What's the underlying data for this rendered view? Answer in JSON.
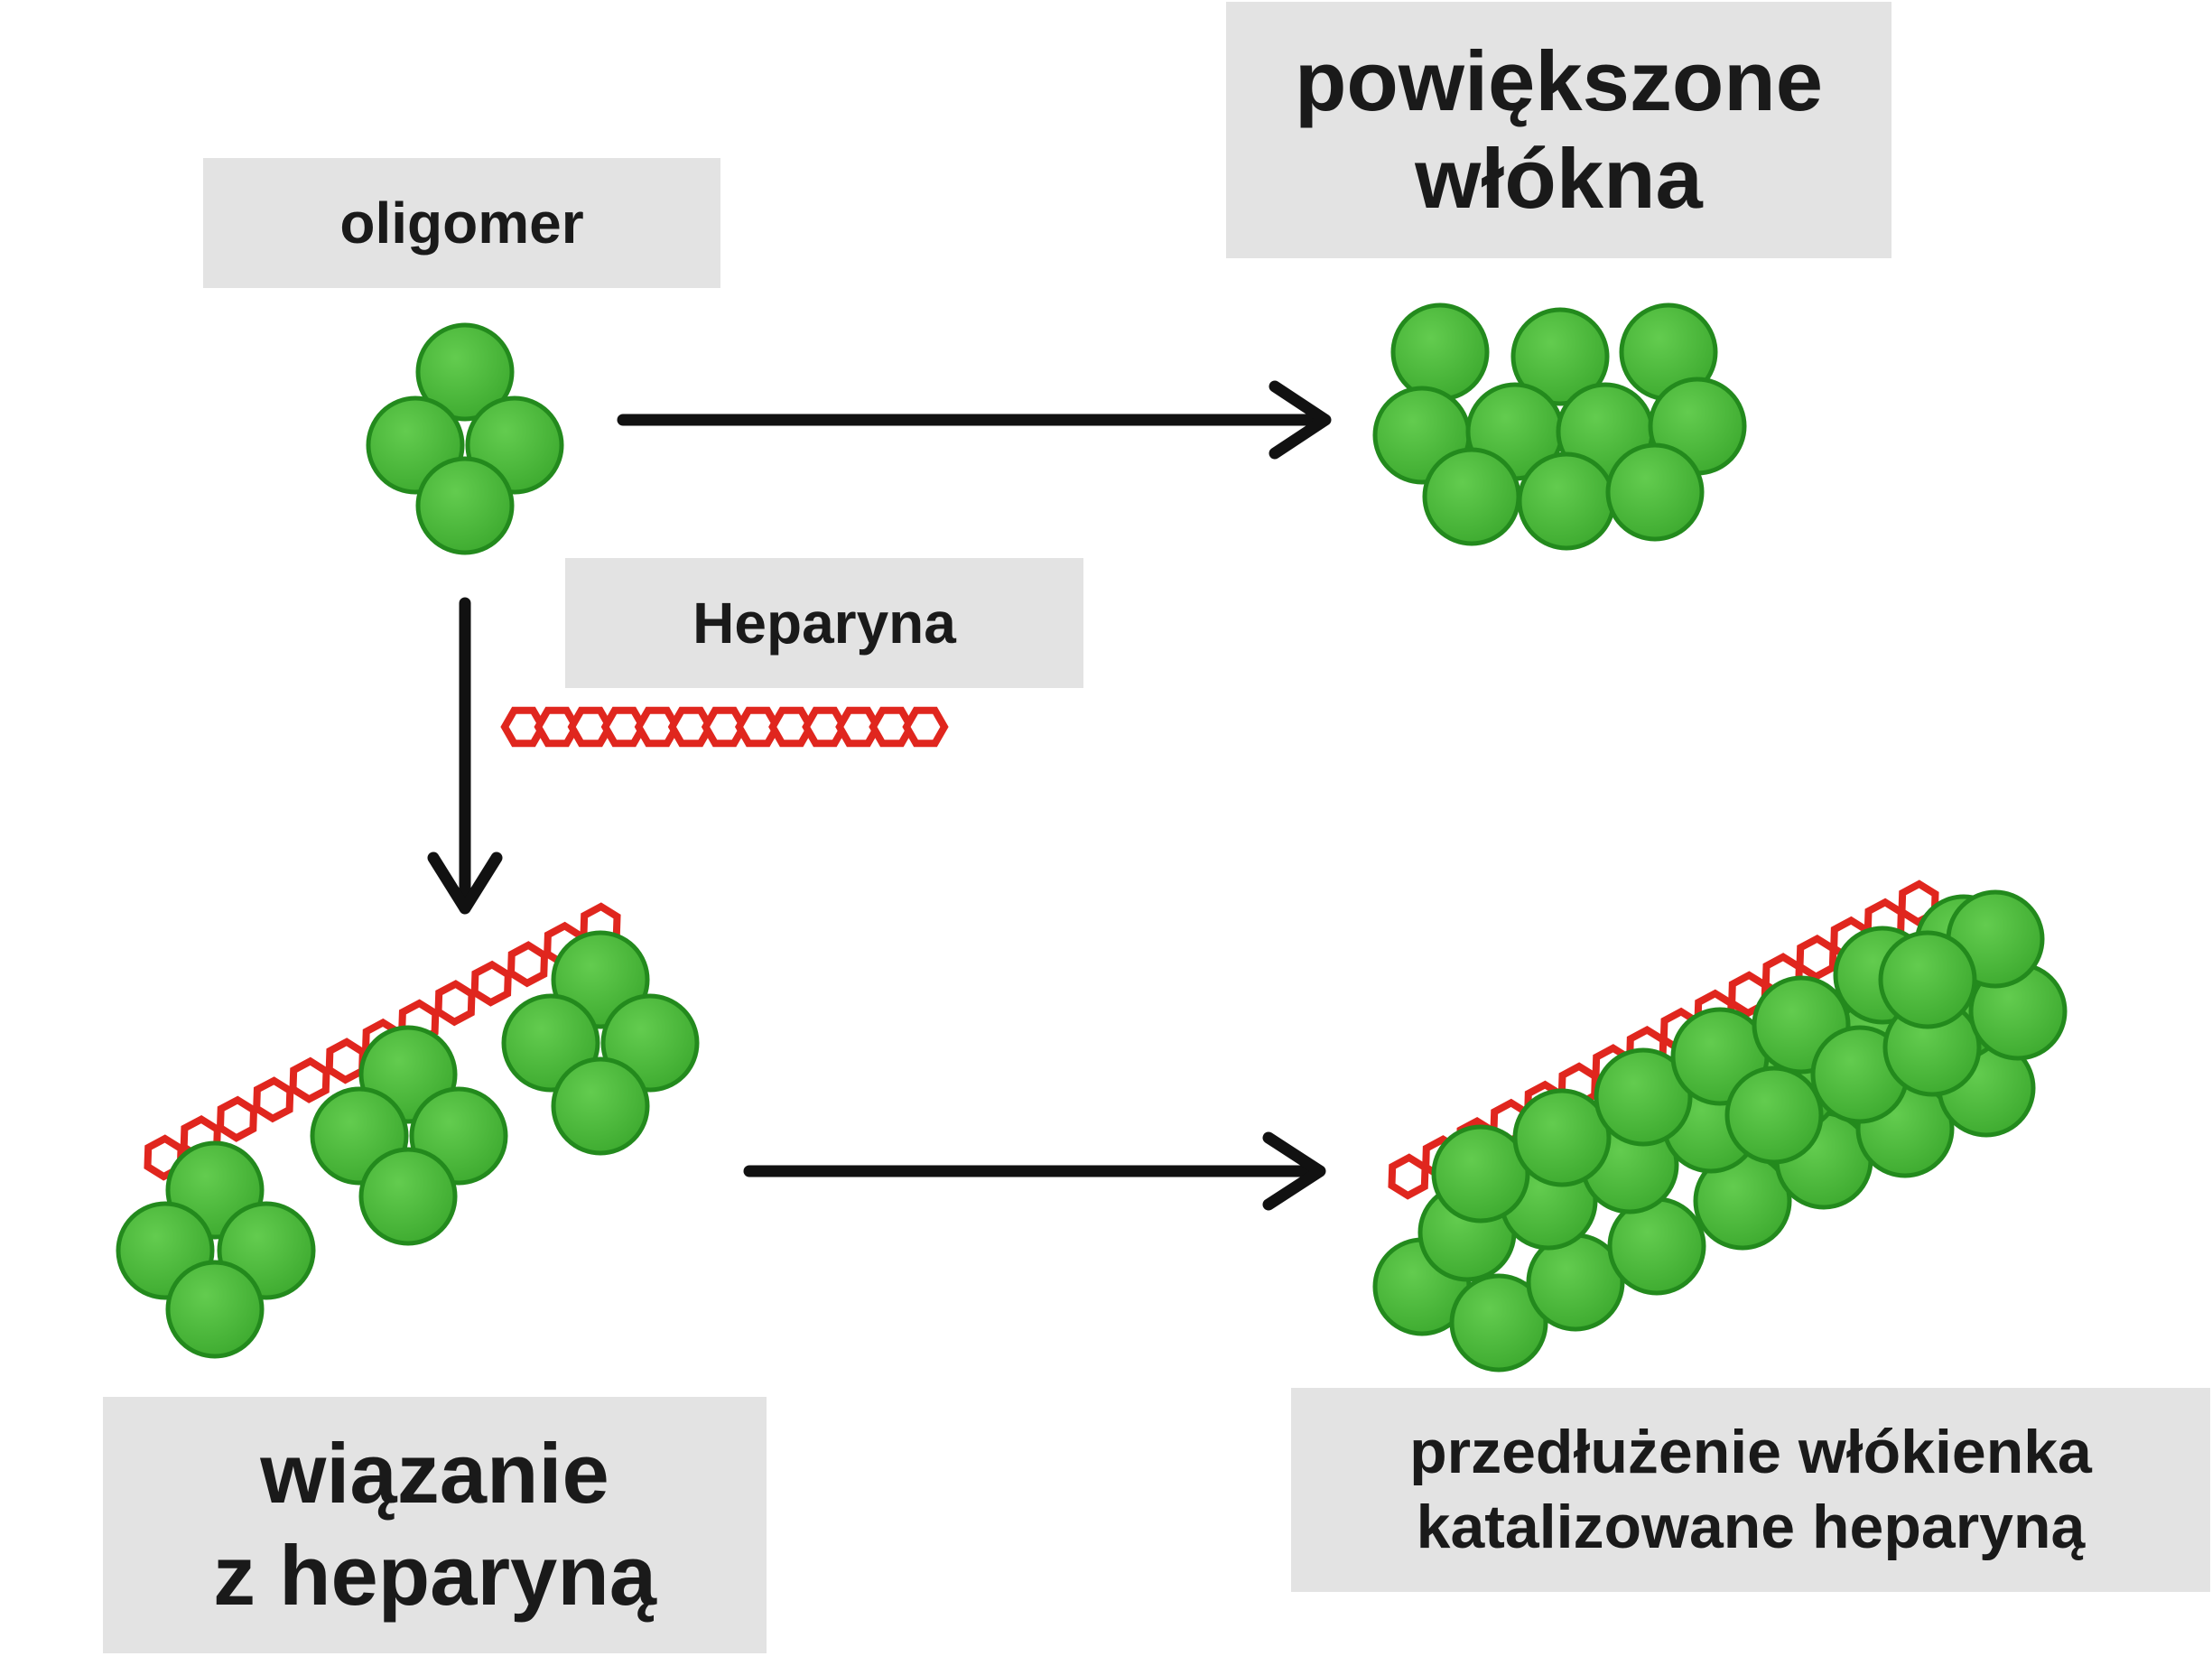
{
  "labels": {
    "oligomer": "oligomer",
    "enlarged_fibrils": [
      "powiększone",
      "włókna"
    ],
    "heparin": "Heparyna",
    "heparin_binding": [
      "wiązanie",
      "z heparyną"
    ],
    "fibril_elongation": [
      "przedłużenie włókienka",
      "katalizowane heparyną"
    ]
  },
  "colors": {
    "sphere_fill": "#4cbb3c",
    "sphere_stroke": "#238a1d",
    "heparin_chain": "#e0261e",
    "arrow": "#111111",
    "label_background": "#e3e3e3",
    "text": "#1a1a1a"
  }
}
